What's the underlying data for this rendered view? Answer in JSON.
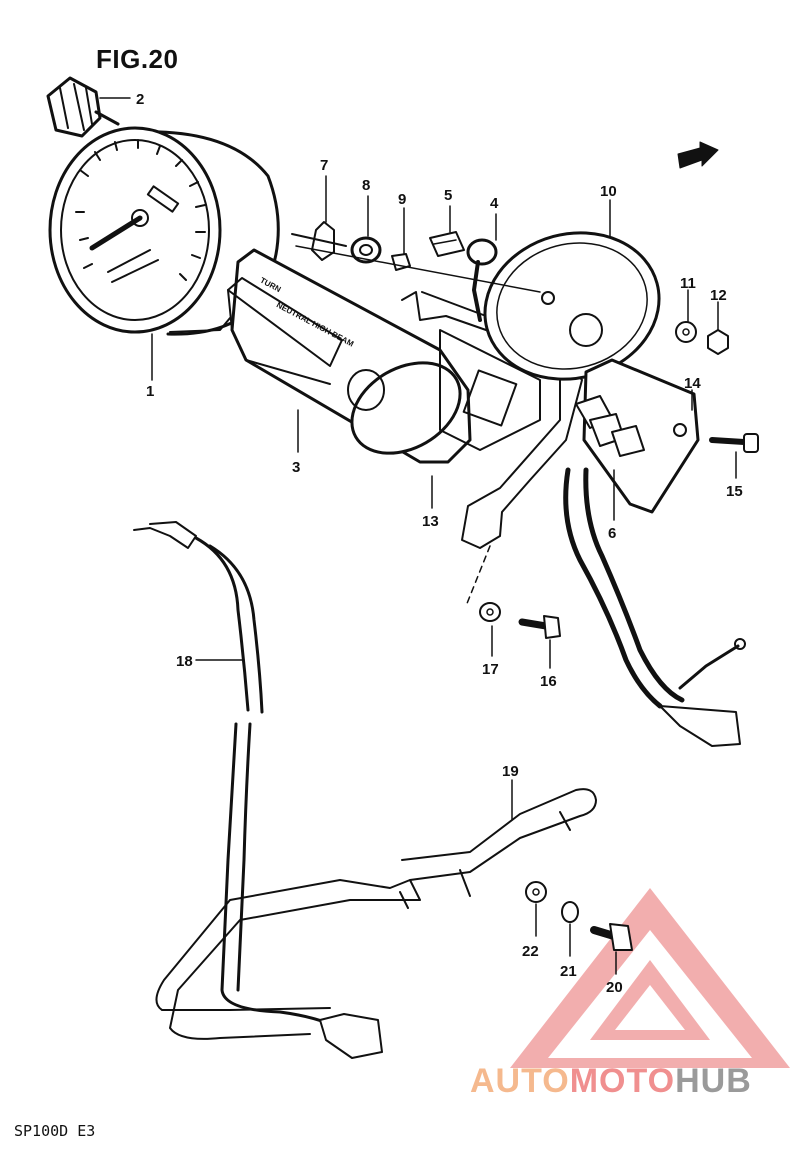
{
  "figure": {
    "title": "FIG.20",
    "model": "SP100D E3"
  },
  "parts": [
    {
      "id": "1",
      "label": "1"
    },
    {
      "id": "2",
      "label": "2"
    },
    {
      "id": "3",
      "label": "3"
    },
    {
      "id": "4",
      "label": "4"
    },
    {
      "id": "5",
      "label": "5"
    },
    {
      "id": "6",
      "label": "6"
    },
    {
      "id": "7",
      "label": "7"
    },
    {
      "id": "8",
      "label": "8"
    },
    {
      "id": "9",
      "label": "9"
    },
    {
      "id": "10",
      "label": "10"
    },
    {
      "id": "11",
      "label": "11"
    },
    {
      "id": "12",
      "label": "12"
    },
    {
      "id": "13",
      "label": "13"
    },
    {
      "id": "14",
      "label": "14"
    },
    {
      "id": "15",
      "label": "15"
    },
    {
      "id": "16",
      "label": "16"
    },
    {
      "id": "17",
      "label": "17"
    },
    {
      "id": "18",
      "label": "18"
    },
    {
      "id": "19",
      "label": "19"
    },
    {
      "id": "20",
      "label": "20"
    },
    {
      "id": "21",
      "label": "21"
    },
    {
      "id": "22",
      "label": "22"
    }
  ],
  "indicator_text": [
    "TURN",
    "NEUTRAL HIGH BEAM"
  ],
  "watermark": {
    "part1": "AUTO",
    "part2": "MOTO",
    "part3": "HUB"
  },
  "colors": {
    "line": "#111111",
    "watermark_red": "#f08f8f",
    "watermark_orange": "#f5b98e",
    "watermark_gray": "#9a9a9a"
  }
}
